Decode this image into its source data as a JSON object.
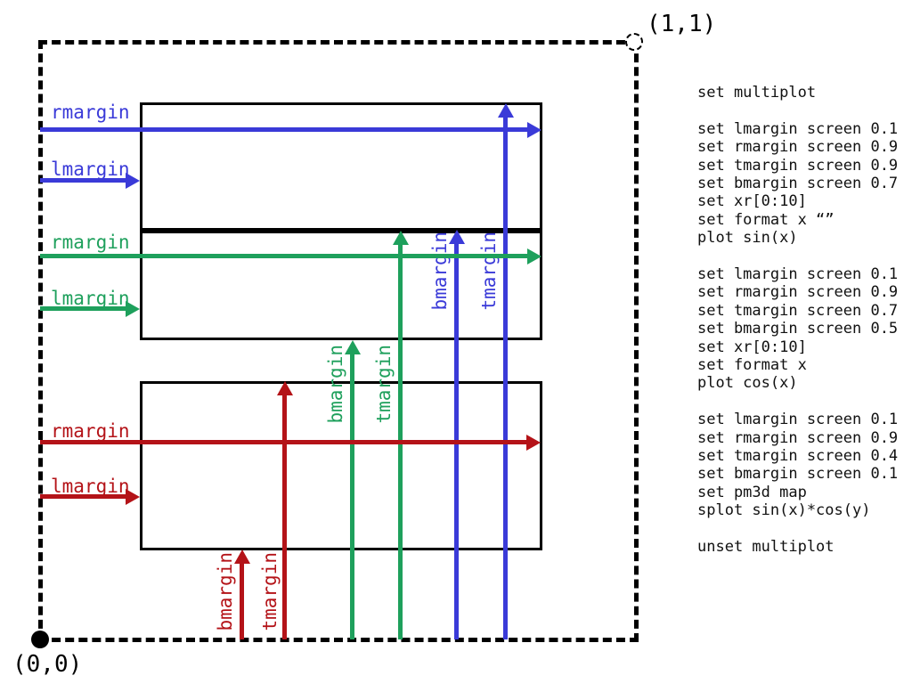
{
  "colors": {
    "blue": "#3a3ad8",
    "green": "#1ea05c",
    "red": "#b41318",
    "black": "#000000"
  },
  "corner_labels": {
    "top_right": "(1,1)",
    "bottom_left": "(0,0)"
  },
  "margin_labels": {
    "rmargin": "rmargin",
    "lmargin": "lmargin",
    "bmargin": "bmargin",
    "tmargin": "tmargin"
  },
  "code": {
    "lines": [
      "set multiplot",
      "",
      "set lmargin screen 0.1",
      "set rmargin screen 0.9",
      "set tmargin screen 0.9",
      "set bmargin screen 0.7",
      "set xr[0:10]",
      "set format x “”",
      "plot sin(x)",
      "",
      "set lmargin screen 0.1",
      "set rmargin screen 0.9",
      "set tmargin screen 0.7",
      "set bmargin screen 0.5",
      "set xr[0:10]",
      "set format x",
      "plot cos(x)",
      "",
      "set lmargin screen 0.1",
      "set rmargin screen 0.9",
      "set tmargin screen 0.4",
      "set bmargin screen 0.1",
      "set pm3d map",
      "splot sin(x)*cos(y)",
      "",
      "unset multiplot"
    ]
  }
}
